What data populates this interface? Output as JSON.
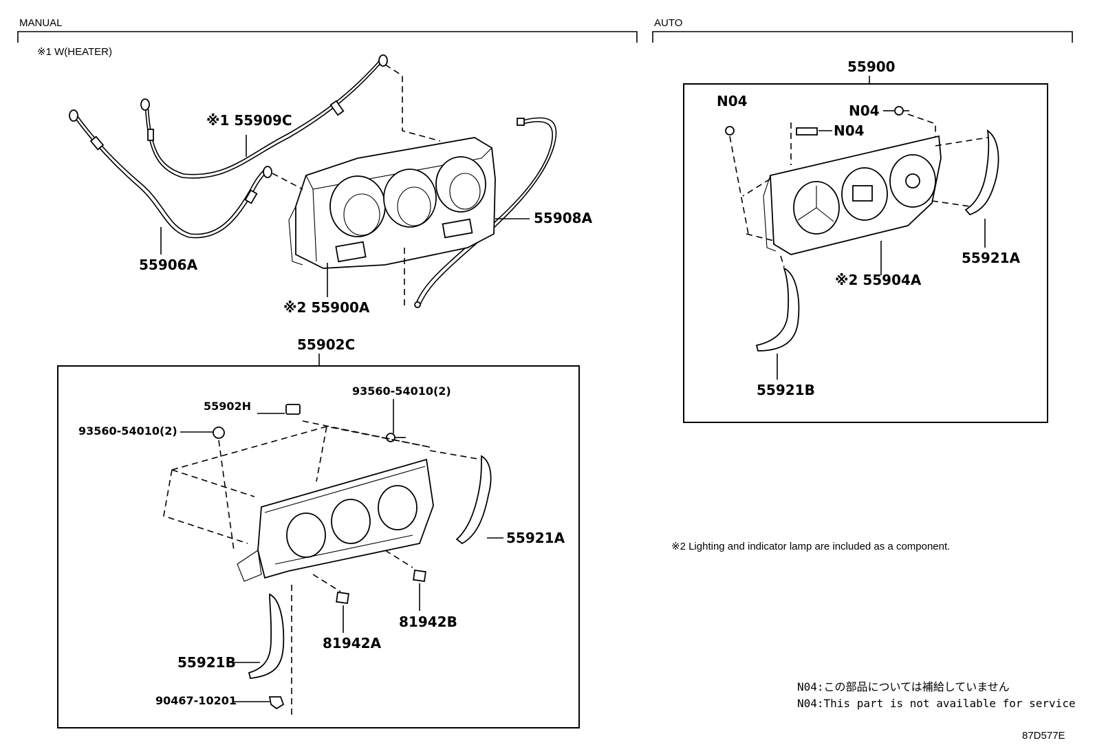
{
  "sections": {
    "manual": "MANUAL",
    "auto": "AUTO"
  },
  "notes": {
    "heater": "※1 W(HEATER)",
    "lighting": "※2 Lighting and indicator lamp are included as a component.",
    "n04_jp": "N04:この部品については補給していません",
    "n04_en": "N04:This part is not available for service"
  },
  "diagram_id": "87D577E",
  "parts": {
    "p55909C": "※1 55909C",
    "p55906A": "55906A",
    "p55908A": "55908A",
    "p55900A": "※2 55900A",
    "p55902C": "55902C",
    "p55902H": "55902H",
    "p93560_left": "93560-54010(2)",
    "p93560_right": "93560-54010(2)",
    "p55921A_manual": "55921A",
    "p81942B": "81942B",
    "p81942A": "81942A",
    "p55921B_manual": "55921B",
    "p90467": "90467-10201",
    "p55900": "55900",
    "n04_a": "N04",
    "n04_b": "N04",
    "n04_c": "N04",
    "p55921A_auto": "55921A",
    "p55904A": "※2 55904A",
    "p55921B_auto": "55921B"
  }
}
